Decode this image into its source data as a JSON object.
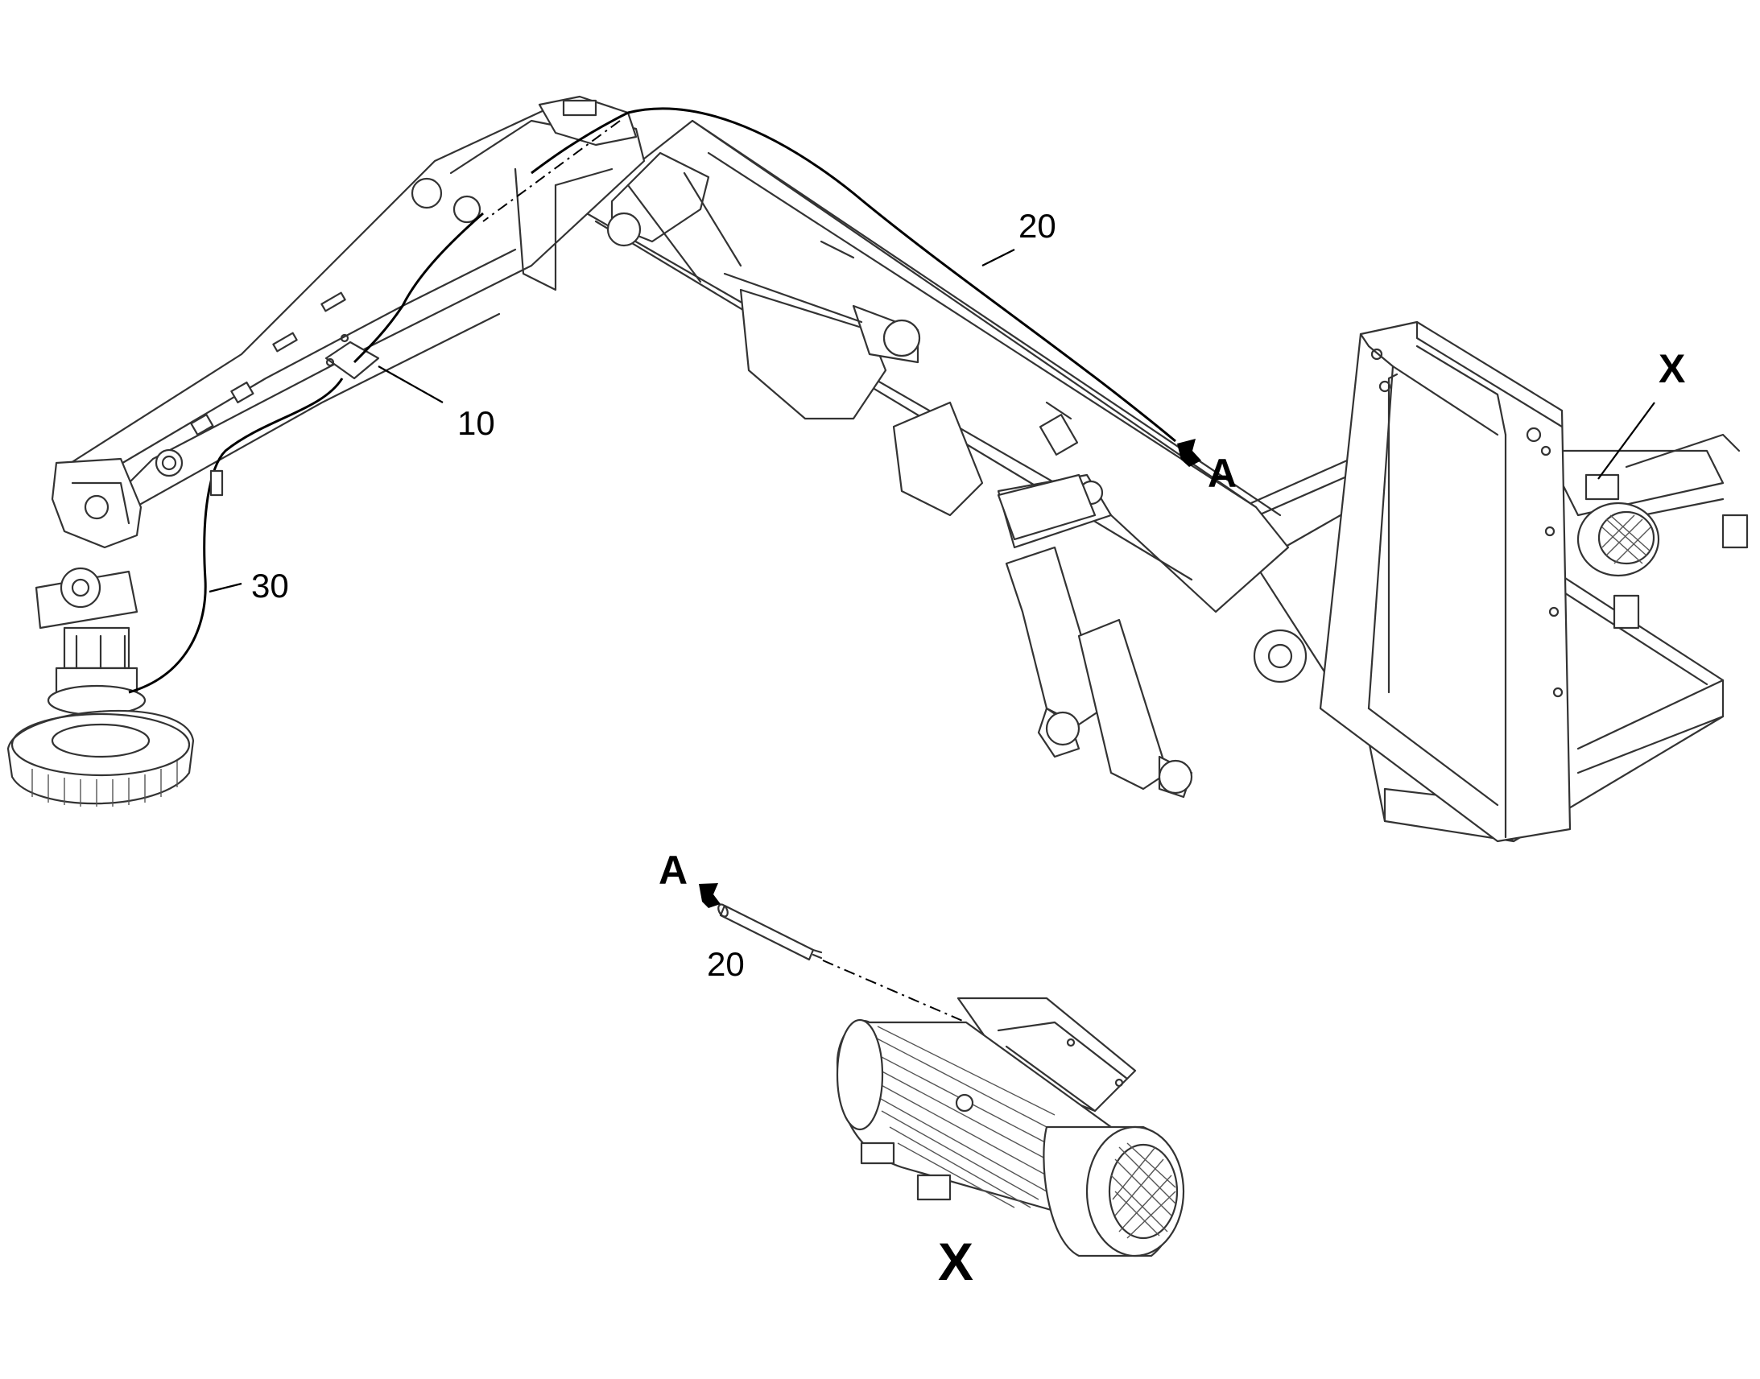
{
  "callouts": {
    "c10": "10",
    "c20_top": "20",
    "c30": "30",
    "cX_top": "X",
    "cA_top": "A",
    "cA_bottom": "A",
    "c20_bottom": "20",
    "cX_bottom": "X"
  }
}
